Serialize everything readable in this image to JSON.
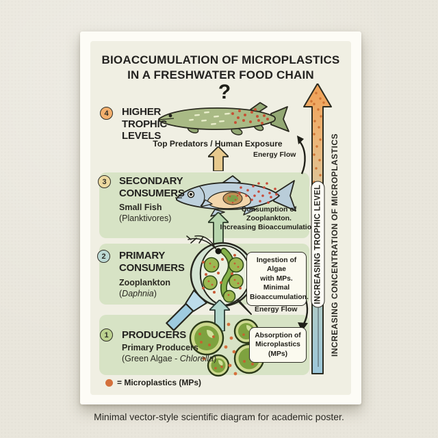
{
  "page": {
    "caption": "Minimal vector-style scientific diagram for academic poster."
  },
  "poster": {
    "title": "BIOACCUMULATION OF MICROPLASTICS\nIN A FRESHWATER FOOD CHAIN",
    "side": {
      "trophic_label": "INCREASING TROPHIC LEVEL",
      "concentration_label": "INCREASING CONCENTRATION OF MICROPLASTICS"
    },
    "levels": {
      "l4": {
        "badge": "4",
        "title": "HIGHER\nTROPHIC\nLEVELS",
        "question_mark": "?",
        "organism_caption": "Top Predators / Human Exposure"
      },
      "l3": {
        "badge": "3",
        "title": "SECONDARY\nCONSUMERS",
        "sub": "Small Fish",
        "sub2": "(Planktivores)",
        "annotation": "Consumption of\nZooplankton.\nIncreasing Bioaccumulation."
      },
      "l2": {
        "badge": "2",
        "title": "PRIMARY\nCONSUMERS",
        "sub": "Zooplankton",
        "sub2_prefix": "(",
        "sub2_italic": "Daphnia",
        "sub2_suffix": ")",
        "box": "Ingestion of Algae\nwith MPs.\nMinimal\nBioaccumulation."
      },
      "l1": {
        "badge": "1",
        "title": "PRODUCERS",
        "sub": "Primary Producers",
        "sub2_prefix": "(Green Algae - ",
        "sub2_italic": "Chlorella",
        "sub2_suffix": ")",
        "box": "Absorption of\nMicroplastics\n(MPs)"
      }
    },
    "annotations": {
      "energy_flow_top": "Energy Flow",
      "energy_flow_bottom": "Energy Flow"
    },
    "legend": {
      "label": "= Microplastics (MPs)"
    },
    "colors": {
      "page_bg": "#e9e6dc",
      "card": "#fdfcf6",
      "inner": "#f0efe3",
      "band": "#d7e3c5",
      "badge4": "#f3af6d",
      "badge3": "#ecd9a0",
      "badge2": "#bcd9d4",
      "badge1": "#bcd18f",
      "arrow_tan": "#e7c98d",
      "arrow_green": "#b7d5ae",
      "arrow_teal": "#b2d7cd",
      "microplastic_dot": "#d4703c",
      "gradient_top": "#f0a055",
      "gradient_bottom": "#9cc7da"
    }
  }
}
